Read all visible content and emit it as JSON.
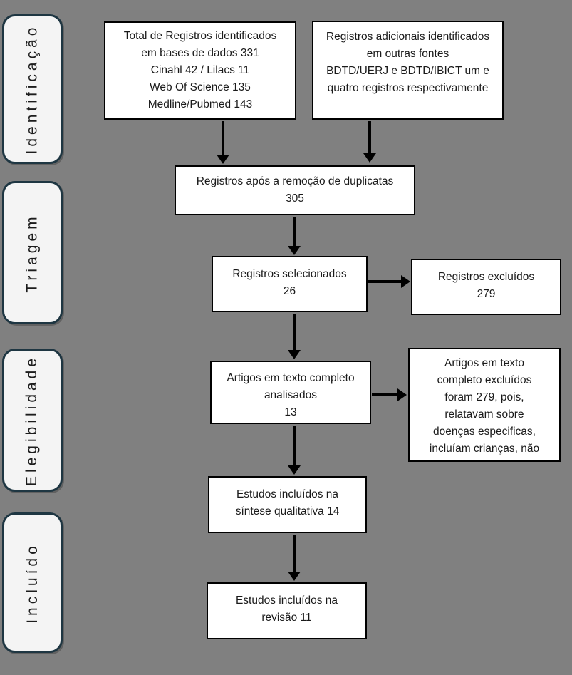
{
  "colors": {
    "background": "#808080",
    "box_fill": "#ffffff",
    "box_border": "#000000",
    "stage_fill": "#f4f4f4",
    "stage_border": "#1e3642",
    "arrow": "#000000",
    "text": "#1a1a1a"
  },
  "sidebar": {
    "stages": [
      {
        "label": "Identificação"
      },
      {
        "label": "Triagem"
      },
      {
        "label": "Elegibilidade"
      },
      {
        "label": "Incluído"
      }
    ]
  },
  "flow": {
    "box_databases": {
      "text": "Total de Registros identificados\nem bases de dados 331\nCinahl 42 / Lilacs 11\nWeb Of Science 135\nMedline/Pubmed 143"
    },
    "box_other_sources": {
      "text": "Registros adicionais identificados\nem outras fontes\nBDTD/UERJ  e BDTD/IBICT um e\nquatro registros respectivamente"
    },
    "box_after_duplicates": {
      "text": "Registros após a remoção de duplicatas\n305"
    },
    "box_selected": {
      "text": "Registros selecionados\n26"
    },
    "box_excluded": {
      "text": "Registros excluídos\n279"
    },
    "box_fulltext_analysed": {
      "text": "Artigos em texto completo\nanalisados\n13"
    },
    "box_fulltext_excluded": {
      "text": "Artigos em texto\ncompleto excluídos\nforam 279, pois,\nrelatavam sobre\ndoenças especificas,\nincluíam crianças, não"
    },
    "box_qualitative_synthesis": {
      "text": "Estudos incluídos na\nsíntese qualitativa 14"
    },
    "box_review_included": {
      "text": "Estudos incluídos na\nrevisão 11"
    }
  }
}
